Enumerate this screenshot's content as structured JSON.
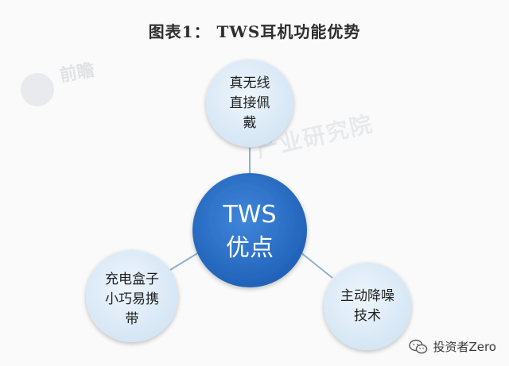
{
  "title": "图表1： TWS耳机功能优势",
  "watermark": {
    "brand": "前瞻",
    "institute": "产业研究院"
  },
  "diagram": {
    "center": {
      "line1": "TWS",
      "line2": "优点"
    },
    "nodes": {
      "top": {
        "lines": [
          "真无线",
          "直接佩",
          "戴"
        ]
      },
      "left": {
        "lines": [
          "充电盒子",
          "小巧易携",
          "带"
        ]
      },
      "right": {
        "lines": [
          "主动降噪",
          "技术"
        ]
      }
    }
  },
  "footer": {
    "icon": "wechat-icon",
    "label": "投资者Zero"
  },
  "colors": {
    "center_fill": "#2a6fc9",
    "satellite_fill": "#dceaf6",
    "connector": "#8fb0cf"
  }
}
